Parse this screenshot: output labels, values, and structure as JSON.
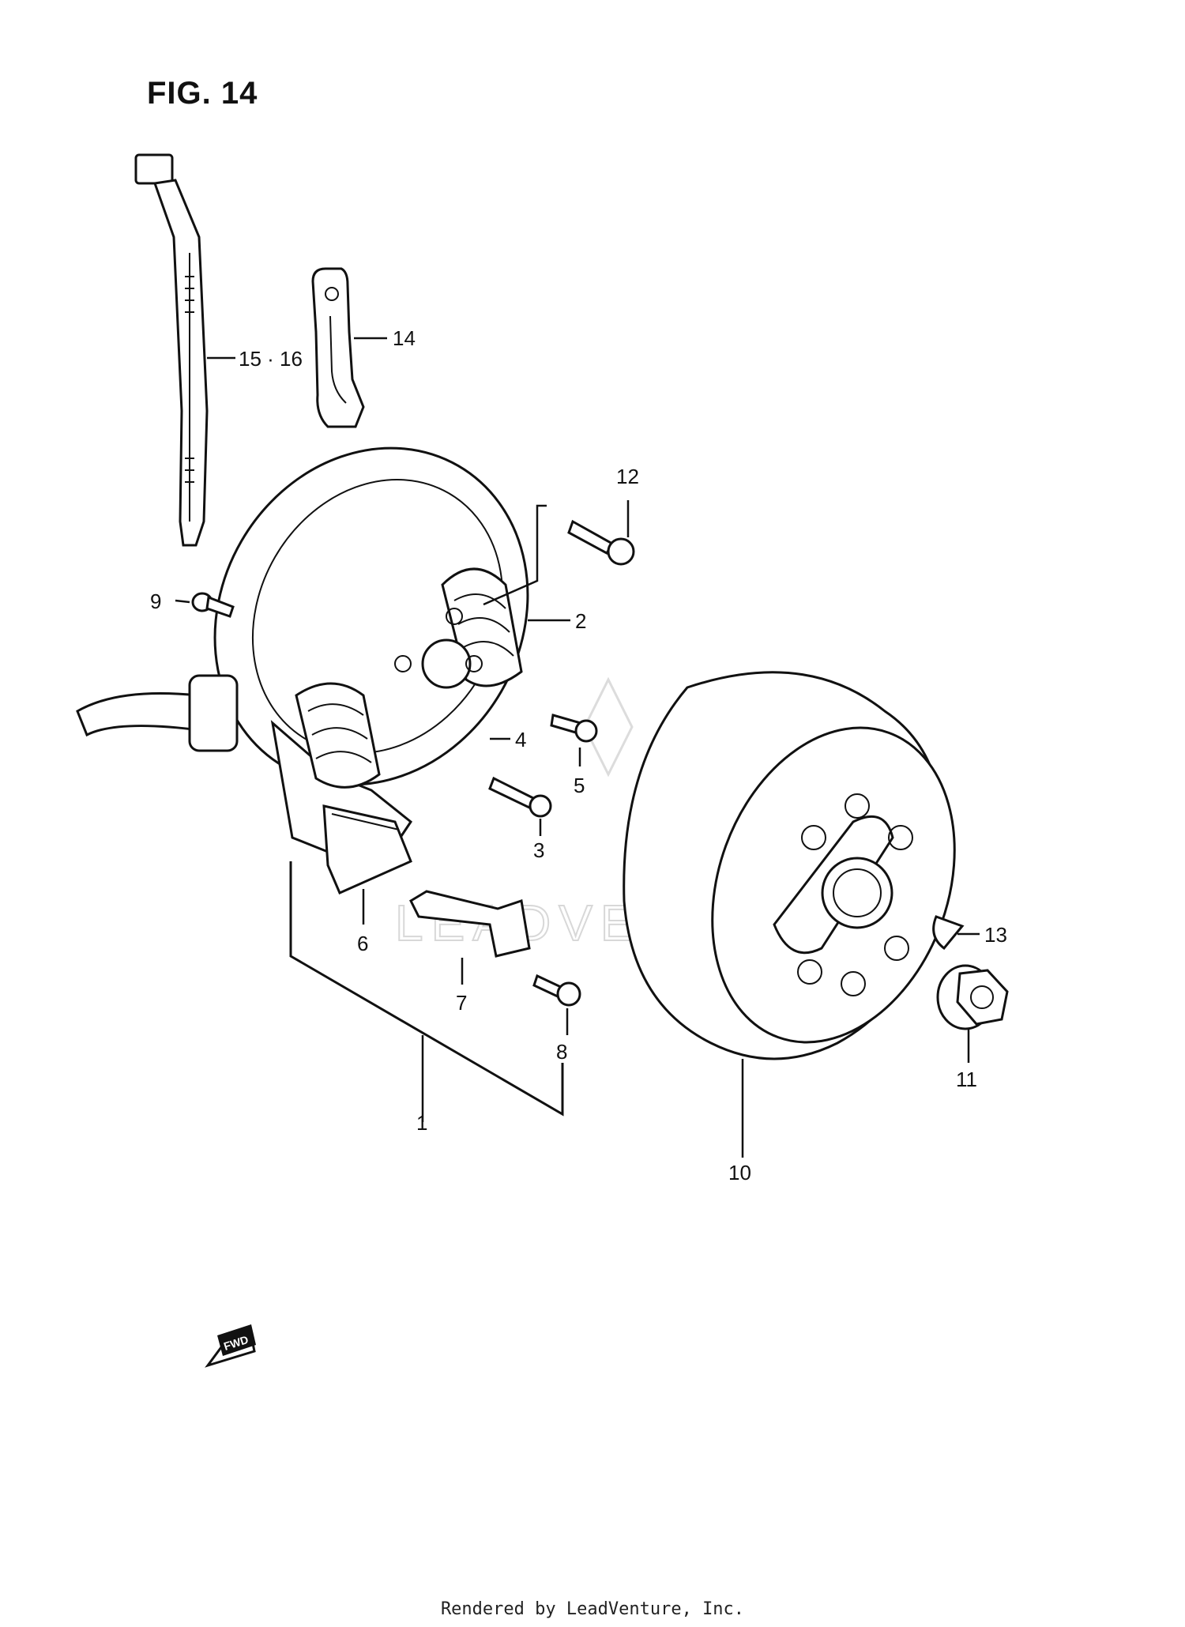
{
  "figure": {
    "title": "FIG. 14"
  },
  "fwd_badge": {
    "text": "FWD"
  },
  "watermark": {
    "text": "LEADVENTURE"
  },
  "callouts": [
    {
      "id": "c1",
      "text": "1"
    },
    {
      "id": "c2",
      "text": "2"
    },
    {
      "id": "c3",
      "text": "3"
    },
    {
      "id": "c4",
      "text": "4"
    },
    {
      "id": "c5",
      "text": "5"
    },
    {
      "id": "c6",
      "text": "6"
    },
    {
      "id": "c7",
      "text": "7"
    },
    {
      "id": "c8",
      "text": "8"
    },
    {
      "id": "c9",
      "text": "9"
    },
    {
      "id": "c10",
      "text": "10"
    },
    {
      "id": "c11",
      "text": "11"
    },
    {
      "id": "c12",
      "text": "12"
    },
    {
      "id": "c13",
      "text": "13"
    },
    {
      "id": "c14",
      "text": "14"
    },
    {
      "id": "c15",
      "text": "15 · 16"
    }
  ],
  "footer": {
    "text": "Rendered by LeadVenture, Inc."
  }
}
